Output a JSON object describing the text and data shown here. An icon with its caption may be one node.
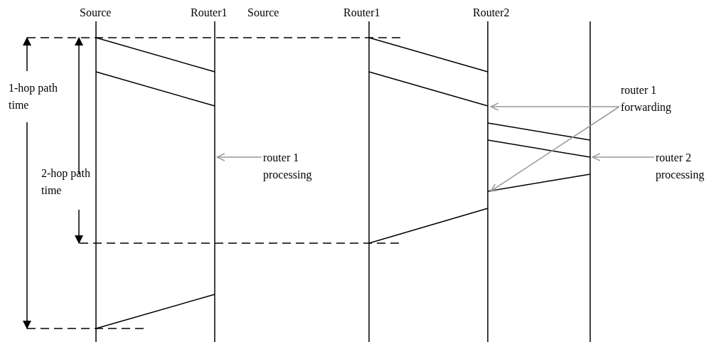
{
  "diagram": {
    "nodes": [
      {
        "text": [
          "router 1 processing"
        ]
      },
      {
        "text": [
          "router 1 forwarding"
        ]
      },
      {
        "text": [
          "router 2 processing"
        ]
      }
    ],
    "edges": [
      {
        "from": 0,
        "to": null,
        "arrow": "to"
      },
      {
        "from": 1,
        "to": null,
        "arrow": "to"
      },
      {
        "from": 1,
        "to": null,
        "arrow": "to"
      },
      {
        "from": 2,
        "to": null,
        "arrow": "to"
      }
    ],
    "labels": [
      "Source",
      "Router1",
      "Source",
      "Router1",
      "Router2",
      "1-hop path time",
      "2-hop path time"
    ]
  }
}
